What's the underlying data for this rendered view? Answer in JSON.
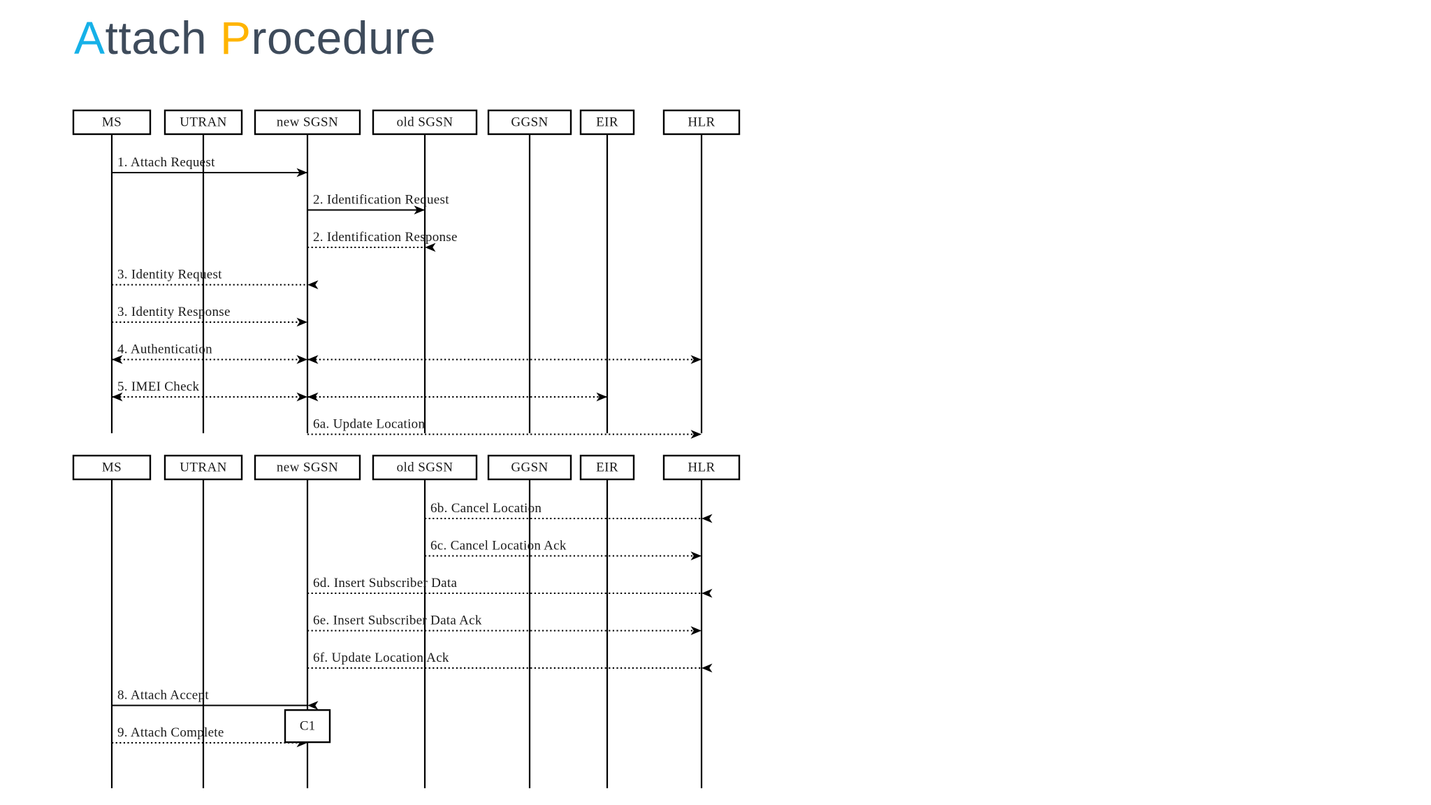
{
  "slide": {
    "title_full": "Attach Procedure",
    "title_part_a": "A",
    "title_part_ttach": "ttach ",
    "title_part_p": "P",
    "title_part_rocedure": "rocedure",
    "title_color_a": "#16b1e8",
    "title_color_p": "#ffb400",
    "title_color_rest": "#3e4b5b",
    "background_color": "#ffffff"
  },
  "diagram": {
    "type": "sequence-diagram",
    "line_color": "#000000",
    "panels": [
      {
        "panel_id": "panel-1",
        "lifelines": [
          {
            "id": "ms",
            "label": "MS"
          },
          {
            "id": "utran",
            "label": "UTRAN"
          },
          {
            "id": "new-sgsn",
            "label": "new SGSN"
          },
          {
            "id": "old-sgsn",
            "label": "old SGSN"
          },
          {
            "id": "ggsn",
            "label": "GGSN"
          },
          {
            "id": "eir",
            "label": "EIR"
          },
          {
            "id": "hlr",
            "label": "HLR"
          }
        ],
        "messages": [
          {
            "n": "1",
            "label": "1. Attach Request",
            "from": "ms",
            "to": "new-sgsn",
            "style": "solid",
            "dir": "right"
          },
          {
            "n": "2a",
            "label": "2. Identification Request",
            "from": "new-sgsn",
            "to": "old-sgsn",
            "style": "solid",
            "dir": "right"
          },
          {
            "n": "2b",
            "label": "2. Identification Response",
            "from": "old-sgsn",
            "to": "new-sgsn",
            "style": "dotted",
            "dir": "left"
          },
          {
            "n": "3a",
            "label": "3. Identity Request",
            "from": "new-sgsn",
            "to": "ms",
            "style": "dotted",
            "dir": "left"
          },
          {
            "n": "3b",
            "label": "3. Identity Response",
            "from": "ms",
            "to": "new-sgsn",
            "style": "dotted",
            "dir": "right"
          },
          {
            "n": "4",
            "label": "4. Authentication",
            "from": "ms",
            "to": "hlr",
            "style": "dotted",
            "dir": "both"
          },
          {
            "n": "5",
            "label": "5. IMEI Check",
            "from": "ms",
            "to": "eir",
            "style": "dotted",
            "dir": "both"
          },
          {
            "n": "6a",
            "label": "6a. Update Location",
            "from": "new-sgsn",
            "to": "hlr",
            "style": "dotted",
            "dir": "right"
          }
        ]
      },
      {
        "panel_id": "panel-2",
        "lifelines": [
          {
            "id": "ms",
            "label": "MS"
          },
          {
            "id": "utran",
            "label": "UTRAN"
          },
          {
            "id": "new-sgsn",
            "label": "new SGSN"
          },
          {
            "id": "old-sgsn",
            "label": "old SGSN"
          },
          {
            "id": "ggsn",
            "label": "GGSN"
          },
          {
            "id": "eir",
            "label": "EIR"
          },
          {
            "id": "hlr",
            "label": "HLR"
          }
        ],
        "messages": [
          {
            "n": "6b",
            "label": "6b. Cancel Location",
            "from": "hlr",
            "to": "old-sgsn",
            "style": "dotted",
            "dir": "left"
          },
          {
            "n": "6c",
            "label": "6c. Cancel Location Ack",
            "from": "old-sgsn",
            "to": "hlr",
            "style": "dotted",
            "dir": "right"
          },
          {
            "n": "6d",
            "label": "6d. Insert Subscriber Data",
            "from": "hlr",
            "to": "new-sgsn",
            "style": "dotted",
            "dir": "left"
          },
          {
            "n": "6e",
            "label": "6e. Insert Subscriber Data Ack",
            "from": "new-sgsn",
            "to": "hlr",
            "style": "dotted",
            "dir": "right"
          },
          {
            "n": "6f",
            "label": "6f. Update Location Ack",
            "from": "hlr",
            "to": "new-sgsn",
            "style": "dotted",
            "dir": "left"
          },
          {
            "n": "8",
            "label": "8. Attach Accept",
            "from": "new-sgsn",
            "to": "ms",
            "style": "solid",
            "dir": "left"
          },
          {
            "n": "9",
            "label": "9. Attach Complete",
            "from": "ms",
            "to": "new-sgsn",
            "style": "dotted",
            "dir": "right"
          }
        ],
        "condition_boxes": [
          {
            "id": "c1",
            "label": "C1",
            "on": "new-sgsn"
          }
        ]
      }
    ]
  }
}
